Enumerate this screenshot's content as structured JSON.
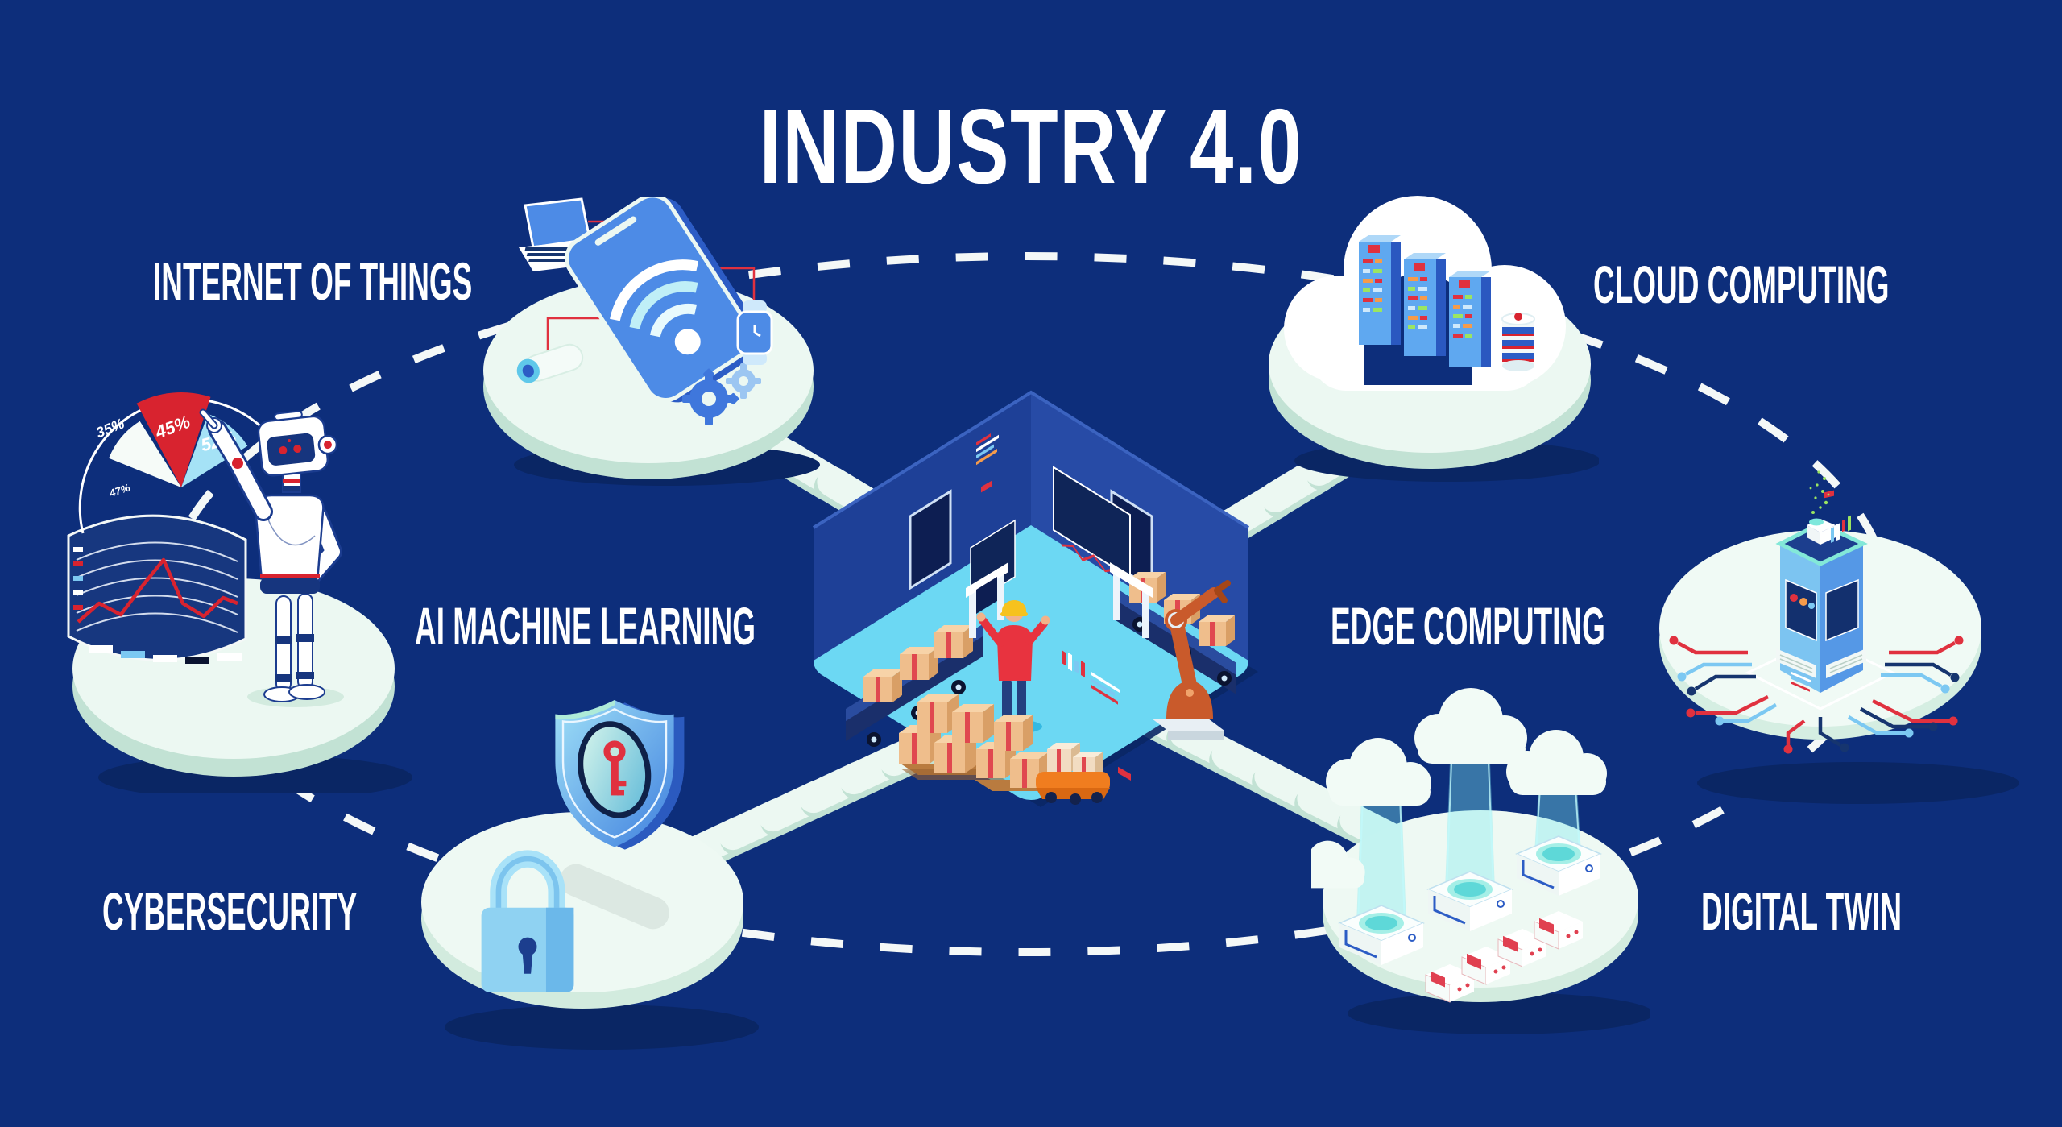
{
  "title": "INDUSTRY 4.0",
  "labels": {
    "iot": "INTERNET OF THINGS",
    "cloud": "CLOUD COMPUTING",
    "ai": "AI MACHINE LEARNING",
    "edge": "EDGE COMPUTING",
    "cyber": "CYBERSECURITY",
    "twin": "DIGITAL TWIN"
  },
  "robot_dashboard": {
    "pie_labels": [
      "45%",
      "35%",
      "52%",
      "47%"
    ]
  },
  "icons": {
    "wifi-icon": "wifi arcs",
    "gear-icon": "cog wheel",
    "shield-icon": "security shield",
    "padlock-icon": "padlock",
    "key-icon": "red key",
    "cloud-icon": "cloud with servers",
    "robot-icon": "android robot",
    "circuit-icon": "edge circuit traces",
    "factory-icon": "smart factory floor"
  },
  "colors": {
    "background": "#0d2e7b",
    "text": "#ffffff",
    "platform_mint": "#ecf8f2",
    "platform_side": "#c2e2d4",
    "shadow_navy": "#0a2664",
    "accent_red": "#d8232f",
    "accent_blue": "#4d8be6",
    "accent_cyan": "#6cd8f3",
    "accent_orange": "#c95a2b",
    "box_tan": "#efbe8c"
  }
}
